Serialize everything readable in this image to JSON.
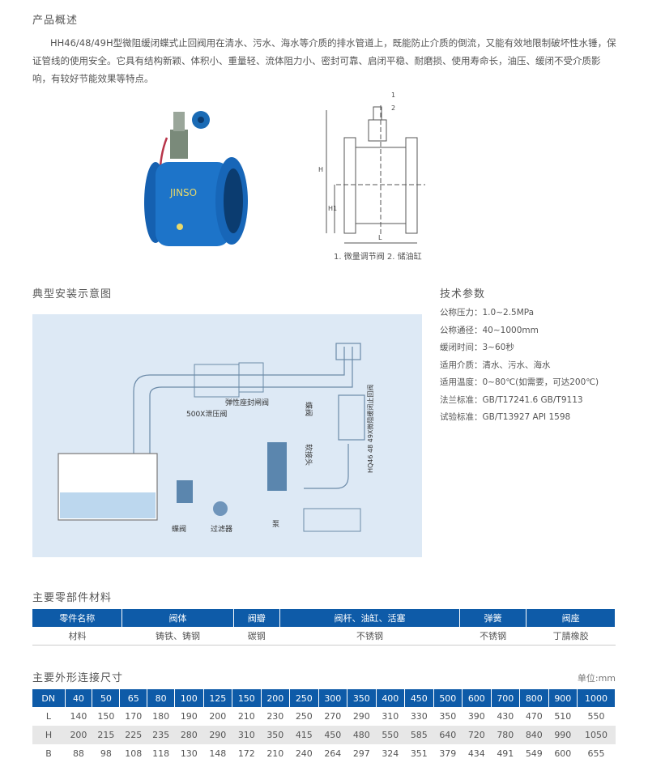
{
  "overview": {
    "title": "产品概述",
    "text": "HH46/48/49H型微阻缓闭蝶式止回阀用在清水、污水、海水等介质的排水管道上，既能防止介质的倒流，又能有效地限制破坏性水锤，保证管线的使用安全。它具有结构新颖、体积小、重量轻、流体阻力小、密封可靠、启闭平稳、耐磨损、使用寿命长，油压、缓闭不受介质影响，有较好节能效果等特点。"
  },
  "product_photo": {
    "brand_mark": "JINSO"
  },
  "drawing": {
    "callouts": [
      "1",
      "2"
    ],
    "dims": [
      "H",
      "H1",
      "L"
    ],
    "caption": "1. 微量调节阀  2. 储油缸"
  },
  "install": {
    "title": "典型安装示意图",
    "labels": {
      "relief": "500X泄压阀",
      "gate": "弹性座封闸阀",
      "butterfly_top": "蝶阀",
      "joint": "软接头",
      "check": "HQ46 48 49X微阻缓闭止回阀",
      "butterfly_bottom": "蝶阀",
      "filter": "过滤器",
      "pump": "泵"
    }
  },
  "specs": {
    "title": "技术参数",
    "items": [
      "公称压力：1.0~2.5MPa",
      "公称通径：40~1000mm",
      "缓闭时间：3~60秒",
      "适用介质：清水、污水、海水",
      "适用温度：0~80℃(如需要，可达200℃)",
      "法兰标准：GB/T17241.6 GB/T9113",
      "试验标准：GB/T13927  API 1598"
    ]
  },
  "materials": {
    "title": "主要零部件材料",
    "headers": [
      "零件名称",
      "阀体",
      "阀瓣",
      "阀杆、油缸、活塞",
      "弹簧",
      "阀座"
    ],
    "row": [
      "材料",
      "铸铁、铸钢",
      "碳钢",
      "不锈钢",
      "不锈钢",
      "丁腈橡胶"
    ]
  },
  "dimensions": {
    "title": "主要外形连接尺寸",
    "unit": "单位:mm",
    "headers": [
      "DN",
      "40",
      "50",
      "65",
      "80",
      "100",
      "125",
      "150",
      "200",
      "250",
      "300",
      "350",
      "400",
      "450",
      "500",
      "600",
      "700",
      "800",
      "900",
      "1000"
    ],
    "rows": [
      [
        "L",
        "140",
        "150",
        "170",
        "180",
        "190",
        "200",
        "210",
        "230",
        "250",
        "270",
        "290",
        "310",
        "330",
        "350",
        "390",
        "430",
        "470",
        "510",
        "550"
      ],
      [
        "H",
        "200",
        "215",
        "225",
        "235",
        "280",
        "290",
        "310",
        "350",
        "415",
        "450",
        "480",
        "550",
        "585",
        "640",
        "720",
        "780",
        "840",
        "990",
        "1050"
      ],
      [
        "B",
        "88",
        "98",
        "108",
        "118",
        "130",
        "148",
        "172",
        "210",
        "240",
        "264",
        "297",
        "324",
        "351",
        "379",
        "434",
        "491",
        "549",
        "600",
        "655"
      ]
    ]
  }
}
